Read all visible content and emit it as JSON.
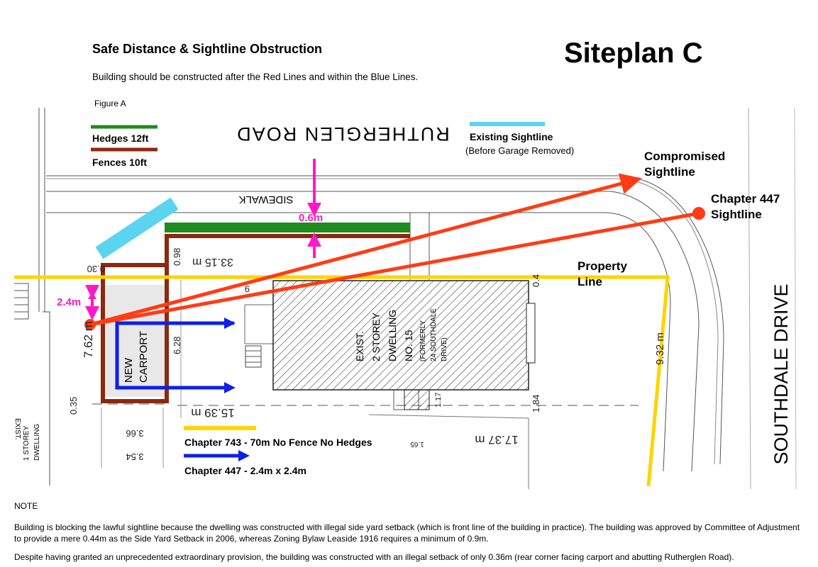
{
  "header": {
    "title": "Safe Distance & Sightline Obstruction",
    "subtitle": "Building should be constructed after the Red Lines and within the Blue Lines.",
    "siteplan": "Siteplan C",
    "figure": "Figure A"
  },
  "legend": {
    "hedges": "Hedges 12ft",
    "fences": "Fences 10ft",
    "existing_sightline": "Existing Sightline",
    "existing_sightline_note": "(Before Garage Removed)",
    "chapter743": "Chapter 743 - 70m No Fence No Hedges",
    "chapter447": "Chapter 447 - 2.4m x 2.4m"
  },
  "labels": {
    "compromised_1": "Compromised",
    "compromised_2": "Sightline",
    "ch447_1": "Chapter 447",
    "ch447_2": "Sightline",
    "property_1": "Property",
    "property_2": "Line",
    "dist_06": "0.6m",
    "dist_24": "2.4m"
  },
  "plan": {
    "road_north": "RUTHERGLEN ROAD",
    "road_east": "SOUTHDALE DRIVE",
    "sidewalk": "SIDEWALK",
    "carport_1": "NEW",
    "carport_2": "CARPORT",
    "house": [
      "EXIST.",
      "2 STOREY",
      "DWELLING",
      "NO. 15",
      "(FORMERLY",
      "24 SOUTHDALE",
      "DRIVE)"
    ],
    "neighbour": [
      "EXIST.",
      "1 STOREY",
      "DWELLING"
    ],
    "dims": {
      "d3315": "33.15 m",
      "d098": "0.98",
      "d030": "0.30",
      "d762": "7.62 m",
      "d628": "6.28",
      "d035": "0.35",
      "d1539": "15.39 m",
      "d366": "3.66",
      "d354": "3.54",
      "d04": "0.4",
      "d932": "9.32 m",
      "d184": "1.84",
      "d117": "1.17",
      "d1737": "17.37 m",
      "d165": "1.65",
      "d09": "9"
    }
  },
  "note": {
    "heading": "NOTE",
    "p1": "Building is blocking the lawful sightline because the dwelling was constructed with illegal side yard setback (which is front line of the building in practice). The building was approved by Committee of Adjustment to provide a mere 0.44m as the Side Yard Setback in 2006, whereas Zoning Bylaw Leaside 1916 requires a minimum of 0.9m.",
    "p2": "Despite having granted an unprecedented extraordinary provision, the building was constructed with an illegal setback of only 0.36m (rear corner facing carport and abutting Rutherglen Road)."
  },
  "colors": {
    "hedge": "#1e8c1e",
    "fence": "#8b2a10",
    "existing_sightline": "#5bd4f0",
    "sightline": "#ff3c14",
    "property_line": "#ffd400",
    "chapter447": "#1020e6",
    "distance": "#ff18c8"
  }
}
